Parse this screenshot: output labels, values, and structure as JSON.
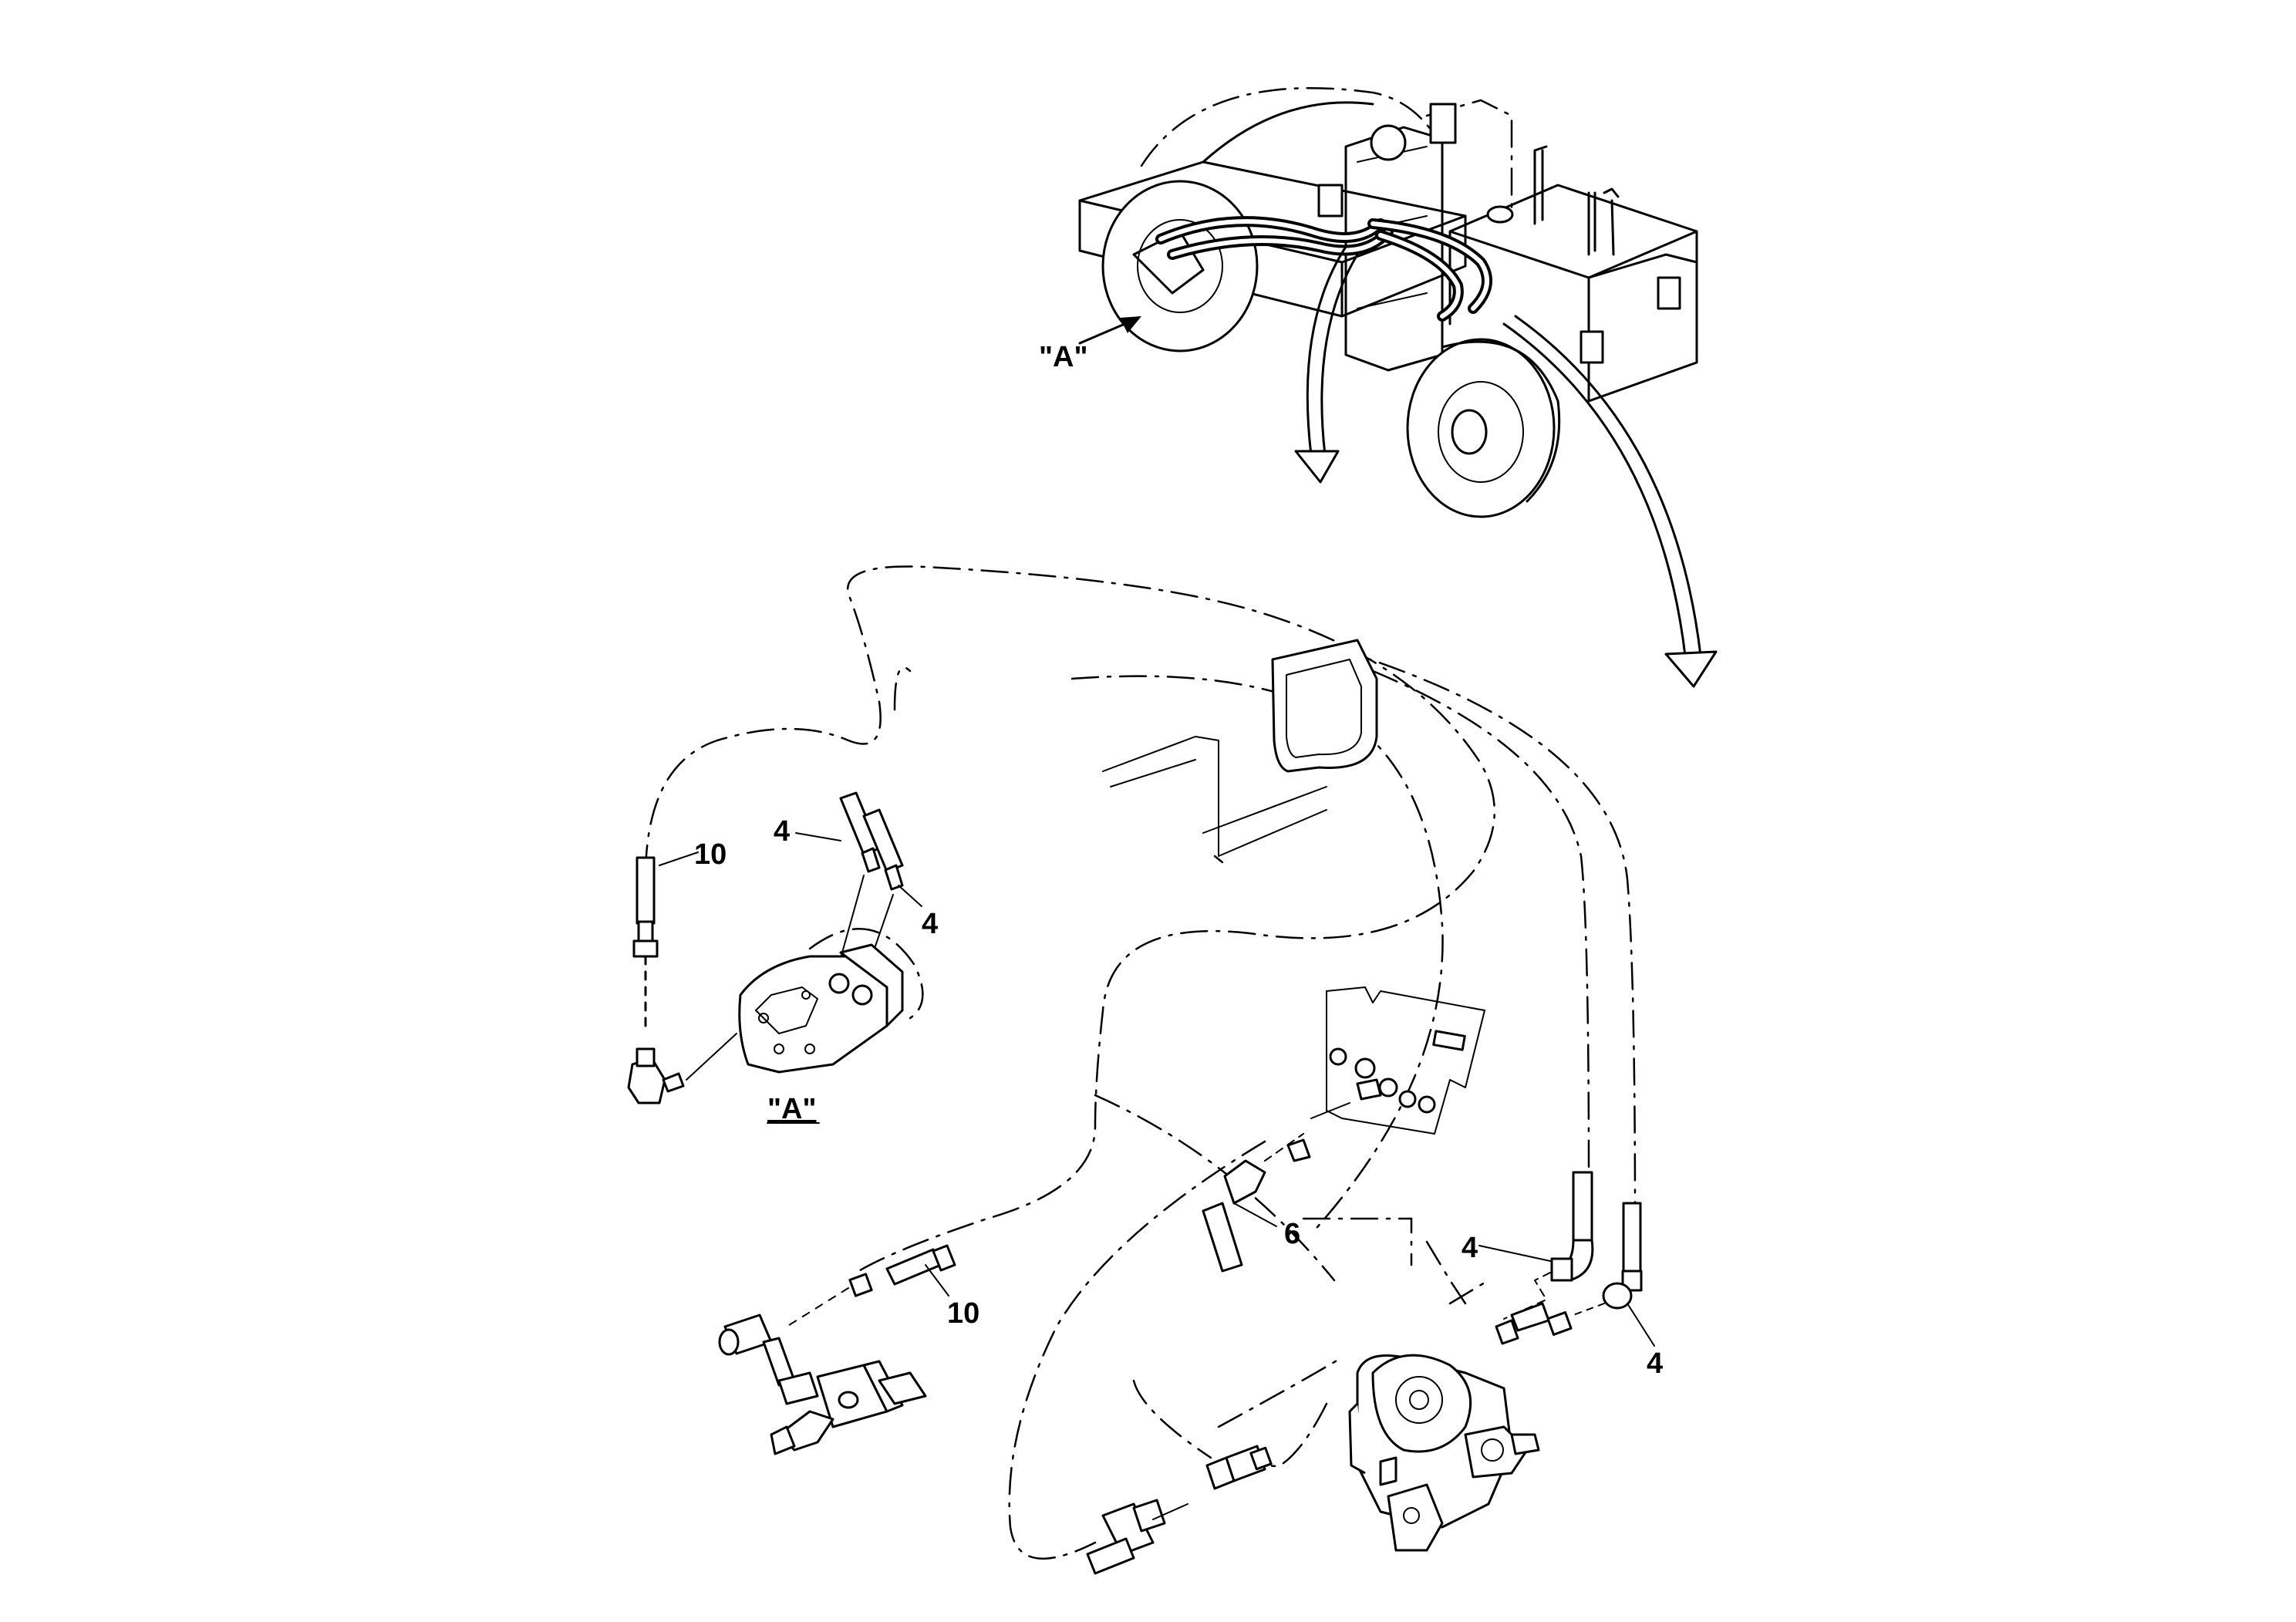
{
  "diagram": {
    "view_label": "\"A\"",
    "detail_label": "\"A\"",
    "callouts": [
      {
        "id": "c10a",
        "text": "10"
      },
      {
        "id": "c4a",
        "text": "4"
      },
      {
        "id": "c4b",
        "text": "4"
      },
      {
        "id": "c6",
        "text": "6"
      },
      {
        "id": "c10b",
        "text": "10"
      },
      {
        "id": "c4c",
        "text": "4"
      },
      {
        "id": "c4d",
        "text": "4"
      }
    ]
  }
}
